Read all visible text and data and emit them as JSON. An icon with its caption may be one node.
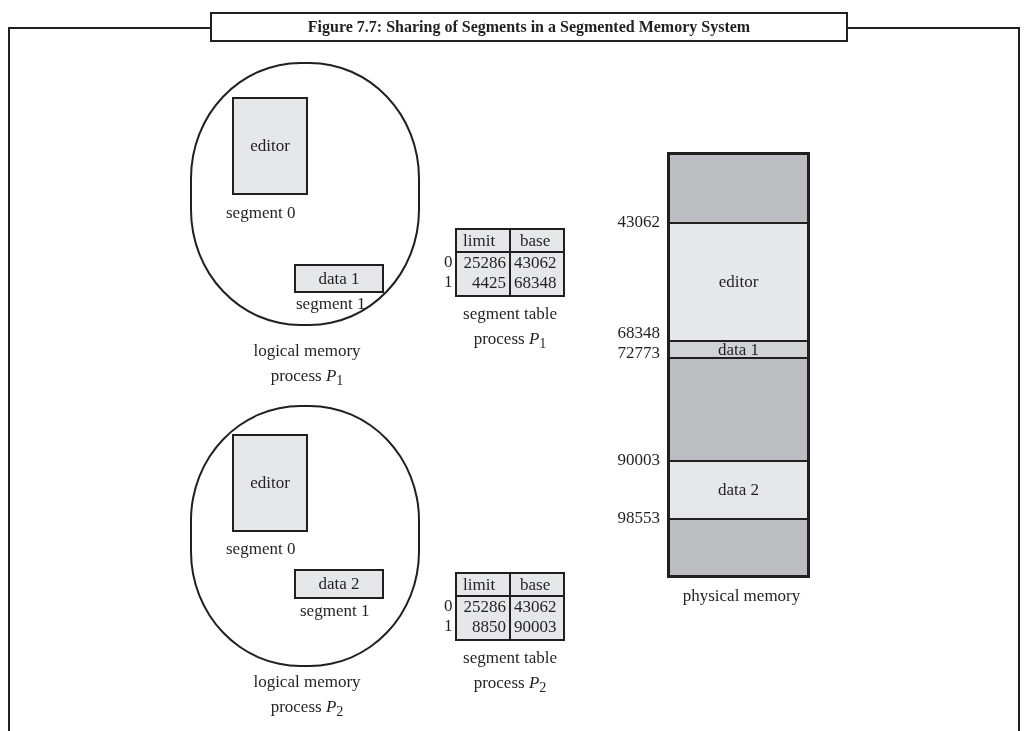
{
  "diagram": {
    "title": "Figure 7.7: Sharing of Segments in a Segmented Memory System",
    "nodes": [
      {
        "text": [
          "logical memory process *P*$_{1}$"
        ]
      },
      {
        "text": [
          "editor"
        ],
        "in": 0,
        "beside": [
          "segment 0"
        ]
      },
      {
        "text": [
          "data 1"
        ],
        "in": 0,
        "beside": [
          "segment 1"
        ]
      },
      {
        "text": [
          "logical memory process *P*$_{2}$"
        ]
      },
      {
        "text": [
          "editor"
        ],
        "in": 3,
        "beside": [
          "segment 0"
        ]
      },
      {
        "text": [
          "data 2"
        ],
        "in": 3,
        "beside": [
          "segment 1"
        ]
      },
      {
        "text": [
          "physical memory"
        ]
      },
      {
        "text": [],
        "shape": "bar",
        "in": 6
      },
      {
        "text": [
          "editor"
        ],
        "in": 6
      },
      {
        "text": [
          "data 1"
        ],
        "in": 6
      },
      {
        "text": [],
        "shape": "bar",
        "in": 6
      },
      {
        "text": [
          "data 2"
        ],
        "in": 6
      },
      {
        "text": [],
        "shape": "bar",
        "in": 6
      }
    ],
    "labels": [
      "limit",
      "base",
      "0",
      "25286",
      "43062",
      "1",
      "4425",
      "68348",
      "segment table process *P*$_{1}$",
      "limit",
      "base",
      "0",
      "25286",
      "43062",
      "1",
      "8850",
      "90003",
      "segment table process *P*$_{2}$",
      "43062",
      "68348",
      "72773",
      "90003",
      "98553"
    ]
  }
}
